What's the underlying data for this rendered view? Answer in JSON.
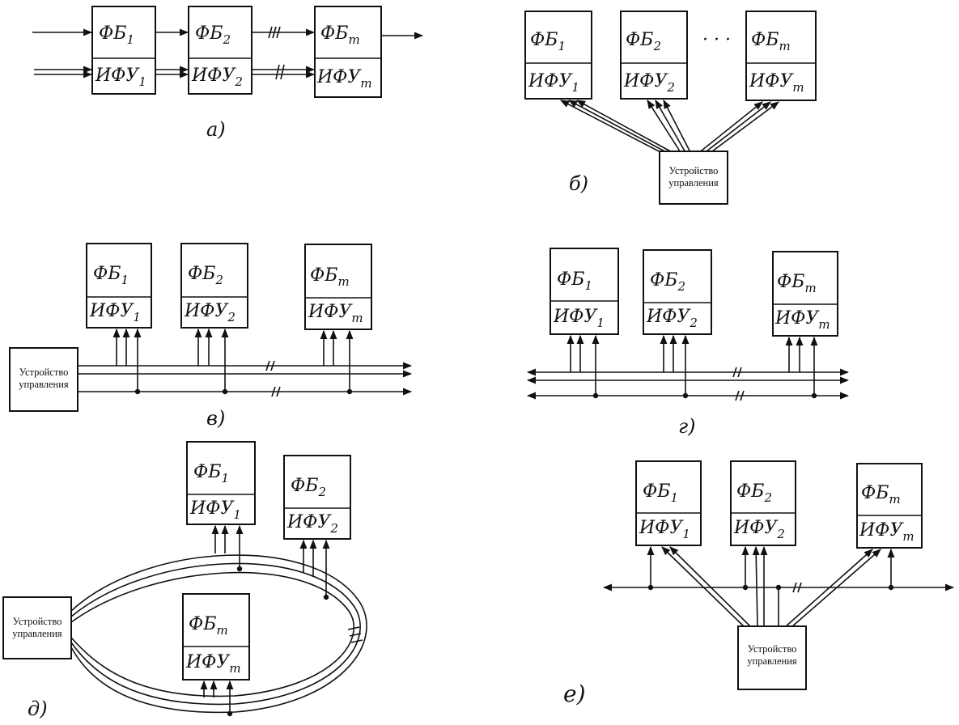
{
  "blocks": {
    "fb1": "ФБ",
    "fb2": "ФБ",
    "fbm": "ФБ",
    "ifu1": "ИФУ",
    "ifu2": "ИФУ",
    "ifum": "ИФУ",
    "sub1": "1",
    "sub2": "2",
    "subm": "m"
  },
  "control_unit": {
    "line1": "Устройство",
    "line2": "управления"
  },
  "ellipsis": "· · ·",
  "captions": {
    "a": "а)",
    "b": "б)",
    "v": "в)",
    "g": "г)",
    "d": "д)",
    "e": "е)"
  }
}
